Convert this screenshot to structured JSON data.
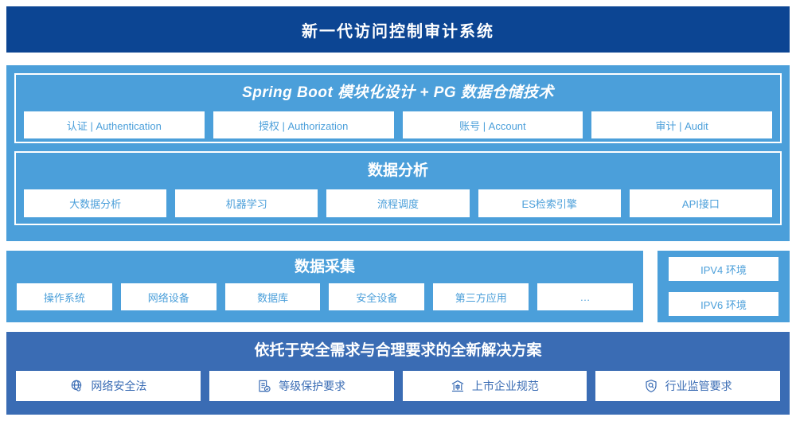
{
  "header": {
    "title": "新一代访问控制审计系统"
  },
  "application_layer": {
    "spring": {
      "title": "Spring Boot 模块化设计 + PG 数据仓储技术",
      "cards": [
        {
          "label": "认证 | Authentication"
        },
        {
          "label": "授权 | Authorization"
        },
        {
          "label": "账号 | Account"
        },
        {
          "label": "审计 | Audit"
        }
      ]
    },
    "analysis": {
      "title": "数据分析",
      "cards": [
        {
          "label": "大数据分析"
        },
        {
          "label": "机器学习"
        },
        {
          "label": "流程调度"
        },
        {
          "label": "ES检索引擎"
        },
        {
          "label": "API接口"
        }
      ]
    }
  },
  "collection_layer": {
    "title": "数据采集",
    "cards": [
      {
        "label": "操作系统"
      },
      {
        "label": "网络设备"
      },
      {
        "label": "数据库"
      },
      {
        "label": "安全设备"
      },
      {
        "label": "第三方应用"
      },
      {
        "label": "…"
      }
    ],
    "environments": [
      {
        "label": "IPV4 环境"
      },
      {
        "label": "IPV6 环境"
      }
    ]
  },
  "compliance_layer": {
    "title": "依托于安全需求与合理要求的全新解决方案",
    "cards": [
      {
        "label": "网络安全法",
        "icon": "globe-icon"
      },
      {
        "label": "等级保护要求",
        "icon": "document-check-icon"
      },
      {
        "label": "上市企业规范",
        "icon": "bank-building-icon"
      },
      {
        "label": "行业监管要求",
        "icon": "shield-search-icon"
      }
    ]
  },
  "colors": {
    "header_navy": "#0c4593",
    "panel_light_blue": "#4b9fda",
    "panel_blue": "#3a6cb4",
    "card_white": "#ffffff"
  }
}
